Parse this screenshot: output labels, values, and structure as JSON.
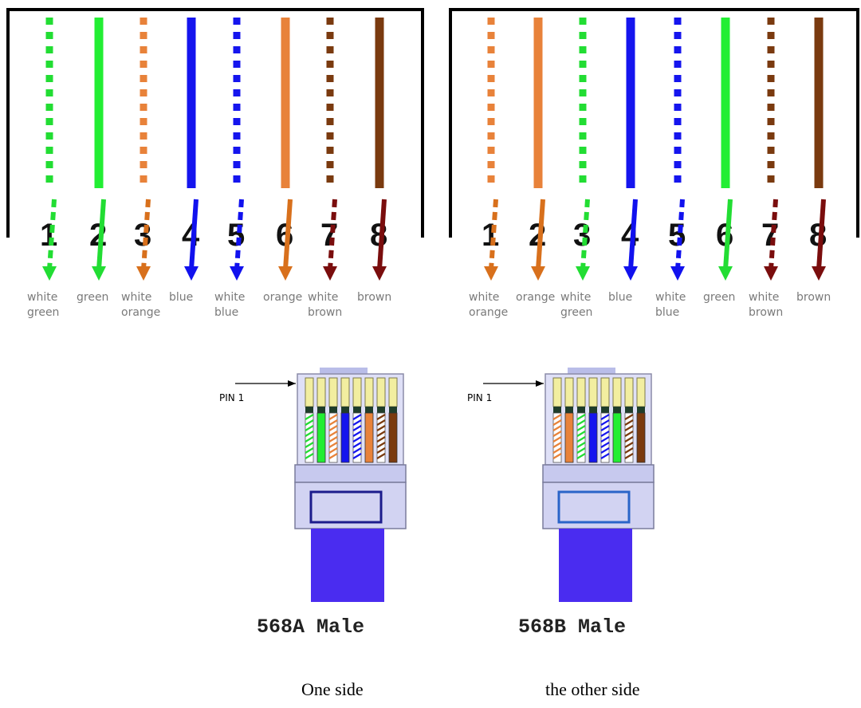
{
  "colors": {
    "white green": "#22dd33",
    "green": "#22ee33",
    "white orange": "#e8823a",
    "orange": "#e8823a",
    "white blue": "#1515ee",
    "blue": "#1515ee",
    "white brown": "#7a3a0f",
    "brown": "#7a3a0f"
  },
  "arrowColors": {
    "white green": "#22dd33",
    "green": "#22dd33",
    "white orange": "#d8701c",
    "orange": "#d8701c",
    "white blue": "#1111ee",
    "blue": "#1111ee",
    "white brown": "#7a0d0d",
    "brown": "#7a0d0d"
  },
  "diagrams": [
    {
      "pins": [
        {
          "num": "1",
          "wire": "white green",
          "label": [
            "white",
            "green"
          ]
        },
        {
          "num": "2",
          "wire": "green",
          "label": [
            "green"
          ]
        },
        {
          "num": "3",
          "wire": "white orange",
          "label": [
            "white",
            "orange"
          ]
        },
        {
          "num": "4",
          "wire": "blue",
          "label": [
            "blue"
          ]
        },
        {
          "num": "5",
          "wire": "white blue",
          "label": [
            "white",
            "blue"
          ]
        },
        {
          "num": "6",
          "wire": "orange",
          "label": [
            "orange"
          ]
        },
        {
          "num": "7",
          "wire": "white brown",
          "label": [
            "white",
            "brown"
          ]
        },
        {
          "num": "8",
          "wire": "brown",
          "label": [
            "brown"
          ]
        }
      ]
    },
    {
      "pins": [
        {
          "num": "1",
          "wire": "white orange",
          "label": [
            "white",
            "orange"
          ]
        },
        {
          "num": "2",
          "wire": "orange",
          "label": [
            "orange"
          ]
        },
        {
          "num": "3",
          "wire": "white green",
          "label": [
            "white",
            "green"
          ]
        },
        {
          "num": "4",
          "wire": "blue",
          "label": [
            "blue"
          ]
        },
        {
          "num": "5",
          "wire": "white blue",
          "label": [
            "white",
            "blue"
          ]
        },
        {
          "num": "6",
          "wire": "green",
          "label": [
            "green"
          ]
        },
        {
          "num": "7",
          "wire": "white brown",
          "label": [
            "white",
            "brown"
          ]
        },
        {
          "num": "8",
          "wire": "brown",
          "label": [
            "brown"
          ]
        }
      ]
    }
  ],
  "plugs": [
    {
      "title": "568A Male",
      "pin_label": "PIN 1",
      "accent": "#1c1c8c",
      "wires": [
        "white green",
        "green",
        "white orange",
        "blue",
        "white blue",
        "orange",
        "white brown",
        "brown"
      ]
    },
    {
      "title": "568B Male",
      "pin_label": "PIN 1",
      "accent": "#2a64c8",
      "wires": [
        "white orange",
        "orange",
        "white green",
        "blue",
        "white blue",
        "green",
        "white brown",
        "brown"
      ]
    }
  ],
  "captions": {
    "left": "One side",
    "right": "the other side"
  }
}
